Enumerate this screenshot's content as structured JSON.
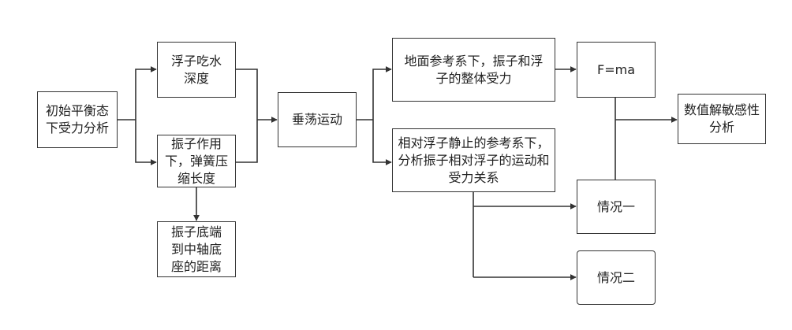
{
  "nodes": {
    "initial": "初始平衡态下受力分析",
    "draft": "浮子吃水深度",
    "spring": "振子作用下，弹簧压缩长度",
    "distance": "振子底端到中轴底座的距离",
    "heave": "垂荡运动",
    "ground_frame": "地面参考系下，振子和浮子的整体受力",
    "relative_frame": "相对浮子静止的参考系下，分析振子相对浮子的运动和受力关系",
    "fma": "F=ma",
    "numerical": "数值解敏感性分析",
    "case1": "情况一",
    "case2": "情况二"
  },
  "colors": {
    "line": "#333333",
    "border": "#333333"
  }
}
